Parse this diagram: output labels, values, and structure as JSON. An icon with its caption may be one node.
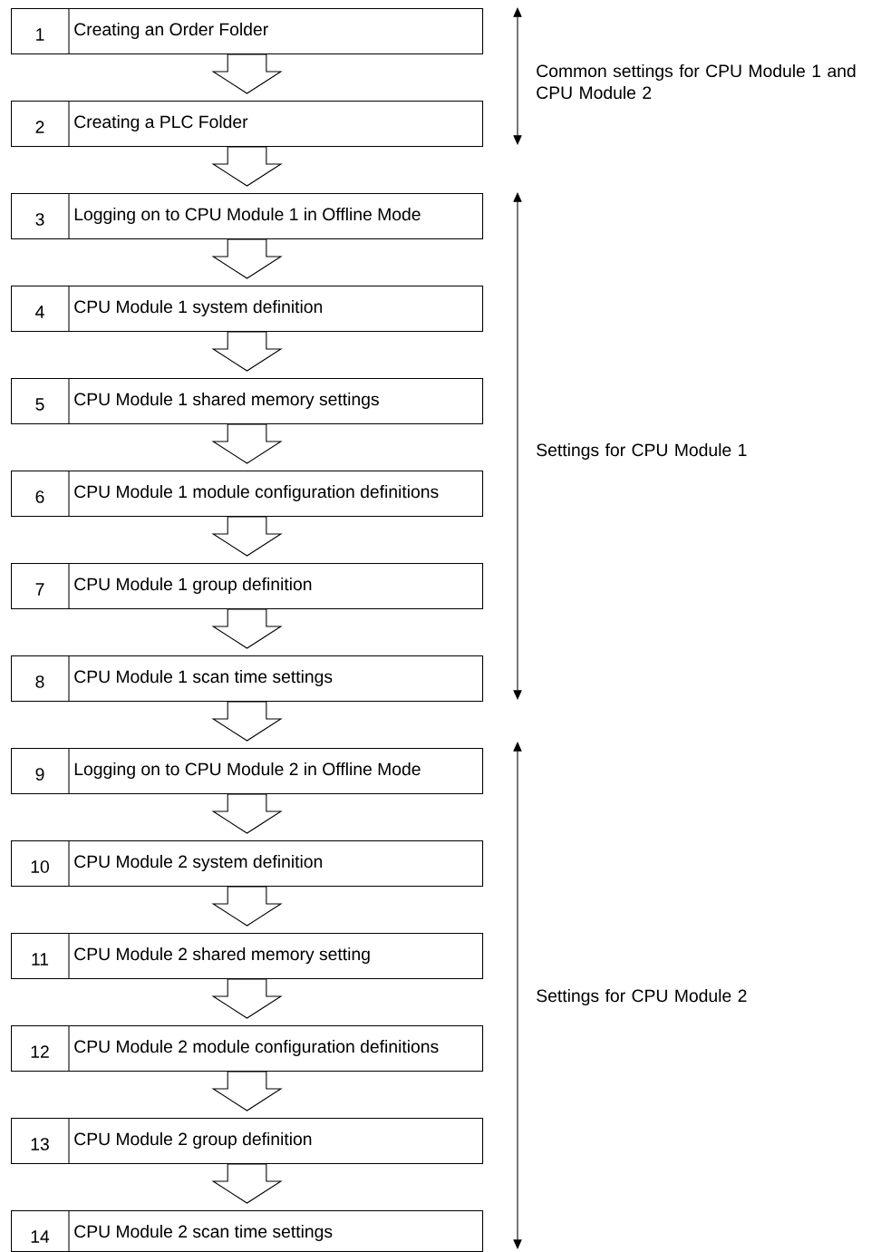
{
  "diagram": {
    "nodes": [
      {
        "text": [
          "1",
          "Creating an Order Folder"
        ]
      },
      {
        "text": [
          "2",
          "Creating a PLC Folder"
        ]
      },
      {
        "text": [
          "3",
          "Logging on to CPU Module 1 in Offline Mode"
        ]
      },
      {
        "text": [
          "4",
          "CPU Module 1 system definition"
        ]
      },
      {
        "text": [
          "5",
          "CPU Module 1 shared memory settings"
        ]
      },
      {
        "text": [
          "6",
          "CPU Module 1 module configuration definitions"
        ]
      },
      {
        "text": [
          "7",
          "CPU Module 1 group definition"
        ]
      },
      {
        "text": [
          "8",
          "CPU Module 1 scan time settings"
        ]
      },
      {
        "text": [
          "9",
          "Logging on to CPU Module 2 in Offline Mode"
        ]
      },
      {
        "text": [
          "10",
          "CPU Module 2 system definition"
        ]
      },
      {
        "text": [
          "11",
          "CPU Module 2 shared memory setting"
        ]
      },
      {
        "text": [
          "12",
          "CPU Module 2 module configuration definitions"
        ]
      },
      {
        "text": [
          "13",
          "CPU Module 2 group definition"
        ]
      },
      {
        "text": [
          "14",
          "CPU Module 2 scan time settings"
        ]
      }
    ],
    "edges": [
      {
        "from": 0,
        "to": 1,
        "arrow": "to"
      },
      {
        "from": 1,
        "to": 2,
        "arrow": "to"
      },
      {
        "from": 2,
        "to": 3,
        "arrow": "to"
      },
      {
        "from": 3,
        "to": 4,
        "arrow": "to"
      },
      {
        "from": 4,
        "to": 5,
        "arrow": "to"
      },
      {
        "from": 5,
        "to": 6,
        "arrow": "to"
      },
      {
        "from": 6,
        "to": 7,
        "arrow": "to"
      },
      {
        "from": 7,
        "to": 8,
        "arrow": "to"
      },
      {
        "from": 8,
        "to": 9,
        "arrow": "to"
      },
      {
        "from": 9,
        "to": 10,
        "arrow": "to"
      },
      {
        "from": 10,
        "to": 11,
        "arrow": "to"
      },
      {
        "from": 11,
        "to": 12,
        "arrow": "to"
      },
      {
        "from": 12,
        "to": 13,
        "arrow": "to"
      }
    ],
    "labels": [
      "Common settings for CPU Module 1 and CPU Module 2",
      "Settings for CPU Module 1",
      "Settings for CPU Module 2"
    ]
  }
}
